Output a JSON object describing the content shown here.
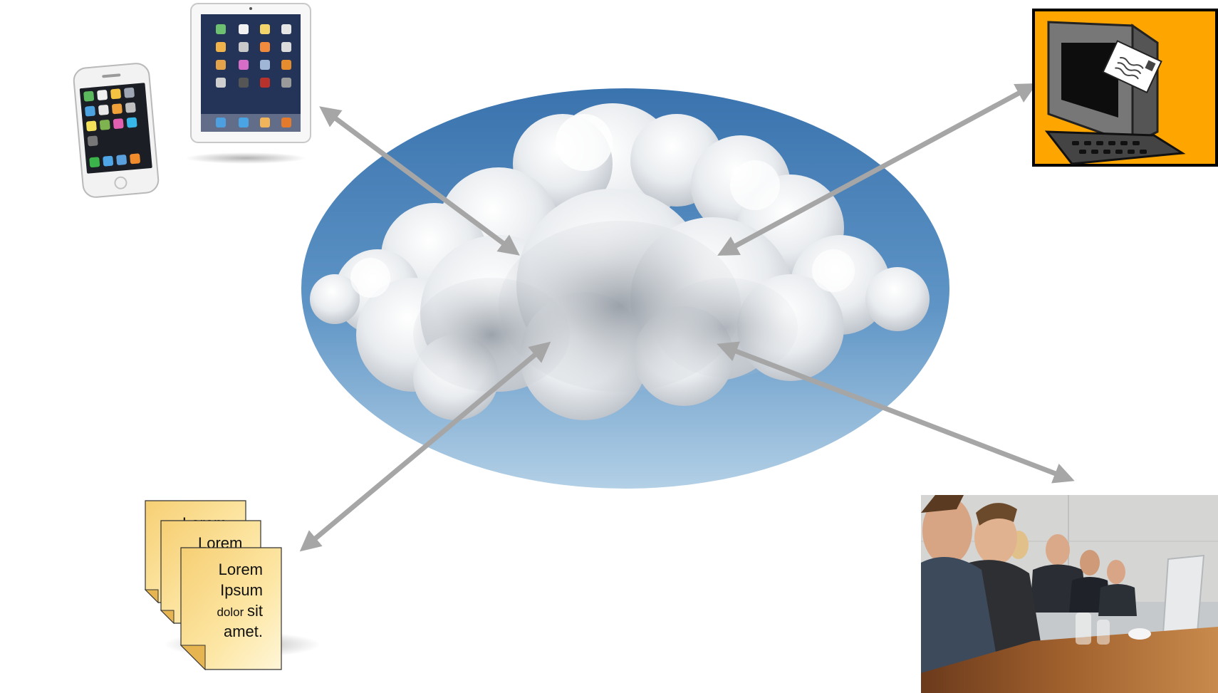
{
  "colors": {
    "sky_top": "#3f79b4",
    "sky_bottom": "#a9c9e2",
    "arrow": "#a6a6a6",
    "email_bg": "#ffa500",
    "doc_fill_light": "#fff3c4",
    "doc_fill_dark": "#f7d27a",
    "doc_border": "#333333"
  },
  "icons": {
    "cloud": "cloud-icon",
    "phone": "smartphone-icon",
    "tablet": "tablet-icon",
    "email": "computer-email-icon",
    "documents": "document-stack-icon",
    "meeting": "business-meeting-photo"
  },
  "documents": {
    "back_label": "Lorem",
    "middle_label": "Lorem",
    "front_lines": [
      {
        "parts": [
          {
            "text": "Lorem",
            "small": false
          }
        ]
      },
      {
        "parts": [
          {
            "text": "Ipsum",
            "small": false
          }
        ]
      },
      {
        "parts": [
          {
            "text": "dolor ",
            "small": true
          },
          {
            "text": "sit",
            "small": false
          }
        ]
      },
      {
        "parts": [
          {
            "text": "amet.",
            "small": false
          }
        ]
      }
    ]
  }
}
